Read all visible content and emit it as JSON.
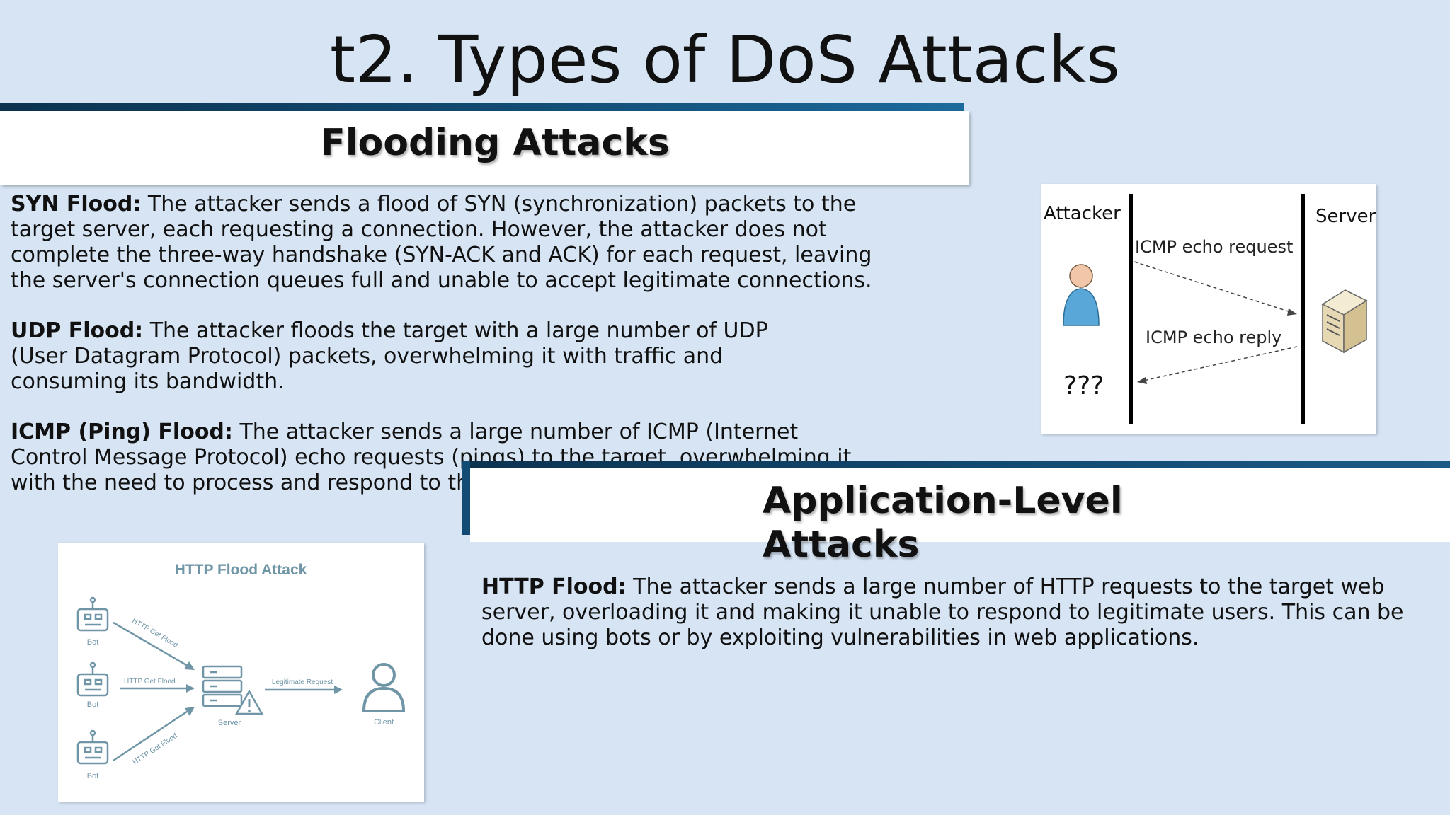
{
  "slide": {
    "title": "t2. Types of DoS Attacks"
  },
  "flooding": {
    "header": "Flooding Attacks",
    "items": [
      {
        "term": "SYN Flood:",
        "text": " The attacker sends a flood of SYN (synchronization) packets to the target server, each requesting a connection. However, the attacker does not complete the three-way handshake (SYN-ACK and ACK) for each request, leaving the server's connection queues full and unable to accept legitimate connections."
      },
      {
        "term": "UDP Flood:",
        "text": " The attacker floods the target with a large number of UDP (User Datagram Protocol) packets, overwhelming it with traffic and consuming its bandwidth."
      },
      {
        "term": "ICMP (Ping) Flood:",
        "text": " The attacker sends a large number of ICMP (Internet Control Message Protocol) echo requests (pings) to the target, overwhelming it with the need to process and respond to these requests."
      }
    ]
  },
  "icmp_diagram": {
    "attacker_label": "Attacker",
    "server_label": "Server",
    "request_label": "ICMP echo request",
    "reply_label": "ICMP echo reply",
    "unknown_label": "???"
  },
  "application": {
    "header_line1": "Application-Level",
    "header_line2": "Attacks",
    "items": [
      {
        "term": "HTTP Flood:",
        "text": " The attacker sends a large number of HTTP requests to the target web server, overloading it and making it unable to respond to legitimate users. This can be done using bots or by exploiting vulnerabilities in web applications."
      }
    ]
  },
  "http_diagram": {
    "title": "HTTP Flood Attack",
    "bot_label": "Bot",
    "flood_label": "HTTP Get Flood",
    "legit_label": "Legitimate Request",
    "server_label": "Server",
    "client_label": "Client"
  },
  "colors": {
    "background": "#d6e4f4",
    "accent_bar": "#124c74",
    "diagram_teal": "#6f95a6"
  }
}
